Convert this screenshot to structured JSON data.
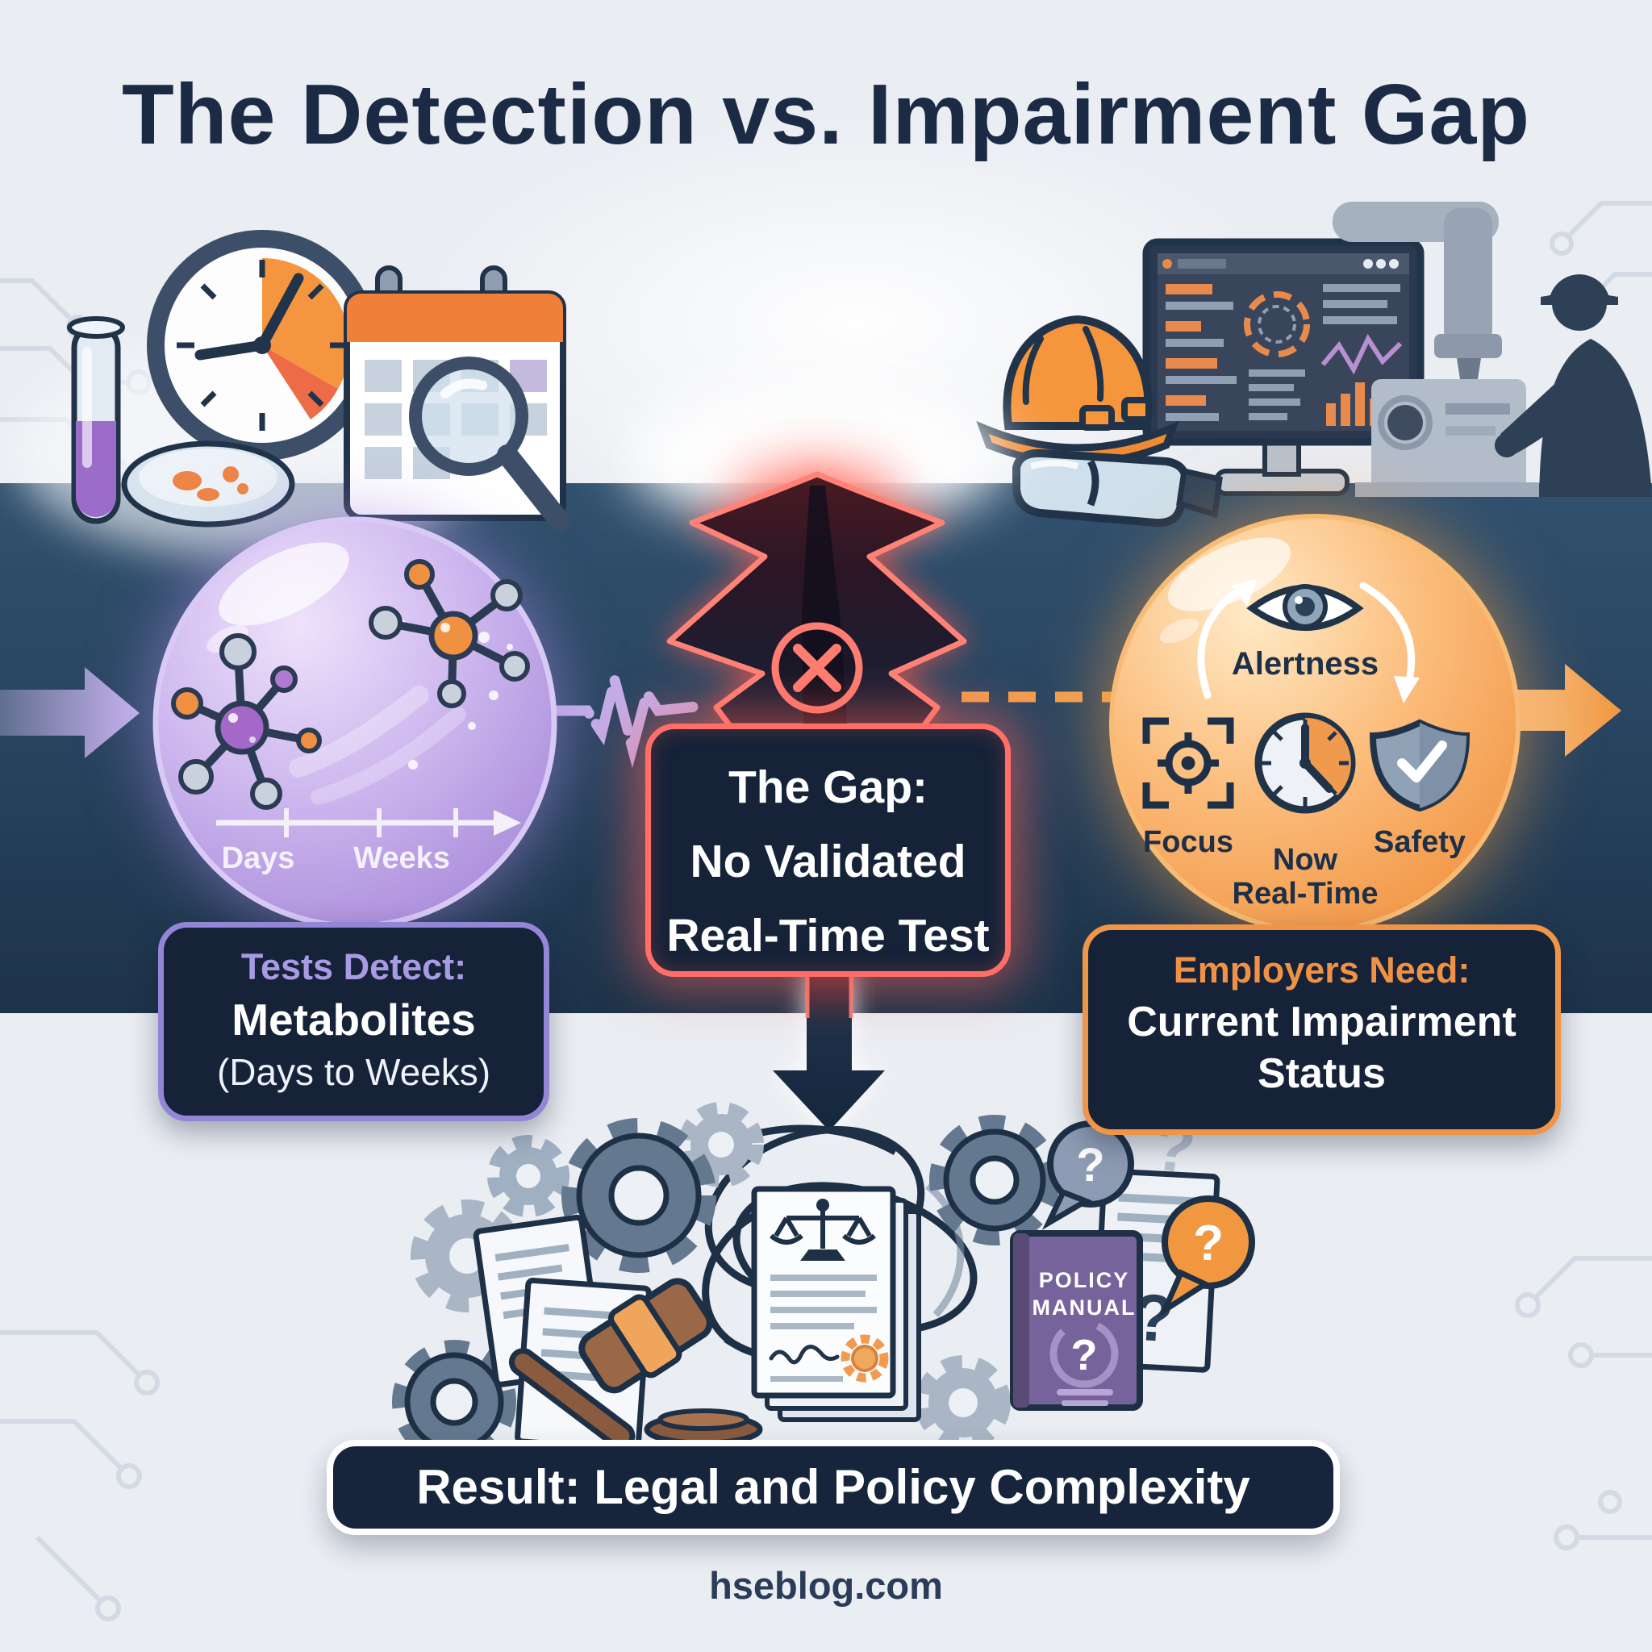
{
  "title": "The Detection vs. Impairment Gap",
  "band": {
    "detection_bubble": {
      "timeline_start": "Days",
      "timeline_end": "Weeks"
    },
    "gap_box": {
      "line1": "The Gap:",
      "line2": "No Validated",
      "line3": "Real-Time Test"
    },
    "impairment_bubble": {
      "top_label": "Alertness",
      "left_label": "Focus",
      "center_label_line1": "Now",
      "center_label_line2": "Real-Time",
      "right_label": "Safety"
    }
  },
  "detection_box": {
    "heading": "Tests Detect:",
    "line1": "Metabolites",
    "line2": "(Days to Weeks)"
  },
  "employers_box": {
    "heading": "Employers Need:",
    "line1": "Current Impairment",
    "line2": "Status"
  },
  "complexity_cluster": {
    "policy_manual_line1": "POLICY",
    "policy_manual_line2": "MANUAL",
    "manual_question_mark": "?",
    "doc_question_mark": "?",
    "bubble_question_mark": "?",
    "orange_bubble_question_mark": "?",
    "floating_question_mark": "?"
  },
  "result_box": {
    "label": "Result: Legal and Policy Complexity"
  },
  "footer": {
    "label": "hseblog.com"
  },
  "colors": {
    "accent_orange": "#f0923f",
    "accent_purple": "#9486d6",
    "accent_red": "#ff6f68",
    "navy_box": "#152238",
    "band_top": "#31516f",
    "band_bottom": "#1d3349",
    "title_navy": "#1c2b45"
  }
}
